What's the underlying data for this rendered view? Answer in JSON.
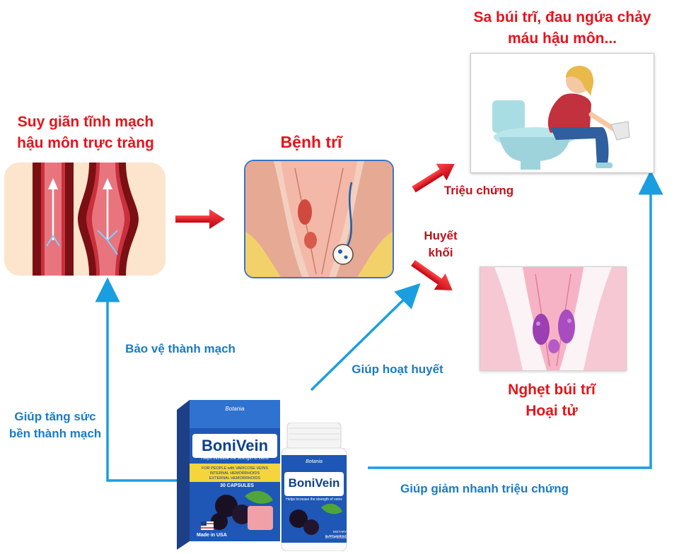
{
  "nodes": {
    "veins_title": "Suy giãn tĩnh mạch hậu môn trực tràng",
    "hemorrhoid_title": "Bệnh trĩ",
    "symptoms_title": "Sa búi trĩ, đau ngứa chảy máu hậu môn...",
    "necrosis_title": "Nghẹt búi trĩ Hoại tử"
  },
  "edges": {
    "symptoms_label": "Triệu chứng",
    "thrombosis_label": "Huyết khối",
    "protect_label": "Bảo vệ thành mạch",
    "strengthen_label": "Giúp tăng sức bền thành mạch",
    "circulation_label": "Giúp hoạt huyết",
    "relief_label": "Giúp giảm nhanh triệu chứng"
  },
  "product": {
    "brand": "BoniVein",
    "tagline": "Helps increase the strength of veins",
    "capsules": "30 CAPSULES",
    "origin": "Made in USA",
    "maker": "Botania",
    "for_people": "FOR PEOPLE with VARICOSE VEINS",
    "internal": "INTERNAL HEMORRHOIDS",
    "external": "EXTERNAL HEMORRHOIDS",
    "supplement": "DIETARY SUPPLEMENT"
  },
  "colors": {
    "red": "#e5141c",
    "blue": "#1a9ee0",
    "navy": "#0d3f8f"
  }
}
